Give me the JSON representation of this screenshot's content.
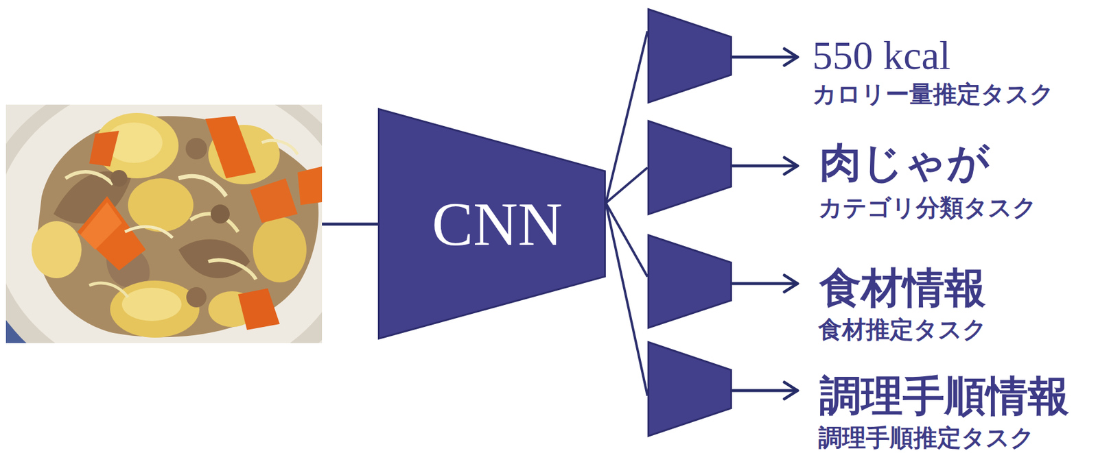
{
  "diagram": {
    "nodes": [
      {
        "text": [
          "CNN"
        ]
      },
      {
        "text": [
          "550 kcal",
          "カロリー量推定タスク"
        ]
      },
      {
        "text": [
          "肉じゃが",
          "カテゴリ分類タスク"
        ]
      },
      {
        "text": [
          "食材情報",
          "食材推定タスク"
        ]
      },
      {
        "text": [
          "調理手順情報",
          "調理手順推定タスク"
        ]
      }
    ],
    "edges": [
      {
        "from": 0,
        "to": 1,
        "arrow": "none"
      },
      {
        "from": 0,
        "to": 2,
        "arrow": "none"
      },
      {
        "from": 0,
        "to": 3,
        "arrow": "none"
      },
      {
        "from": 0,
        "to": 4,
        "arrow": "none"
      }
    ]
  }
}
